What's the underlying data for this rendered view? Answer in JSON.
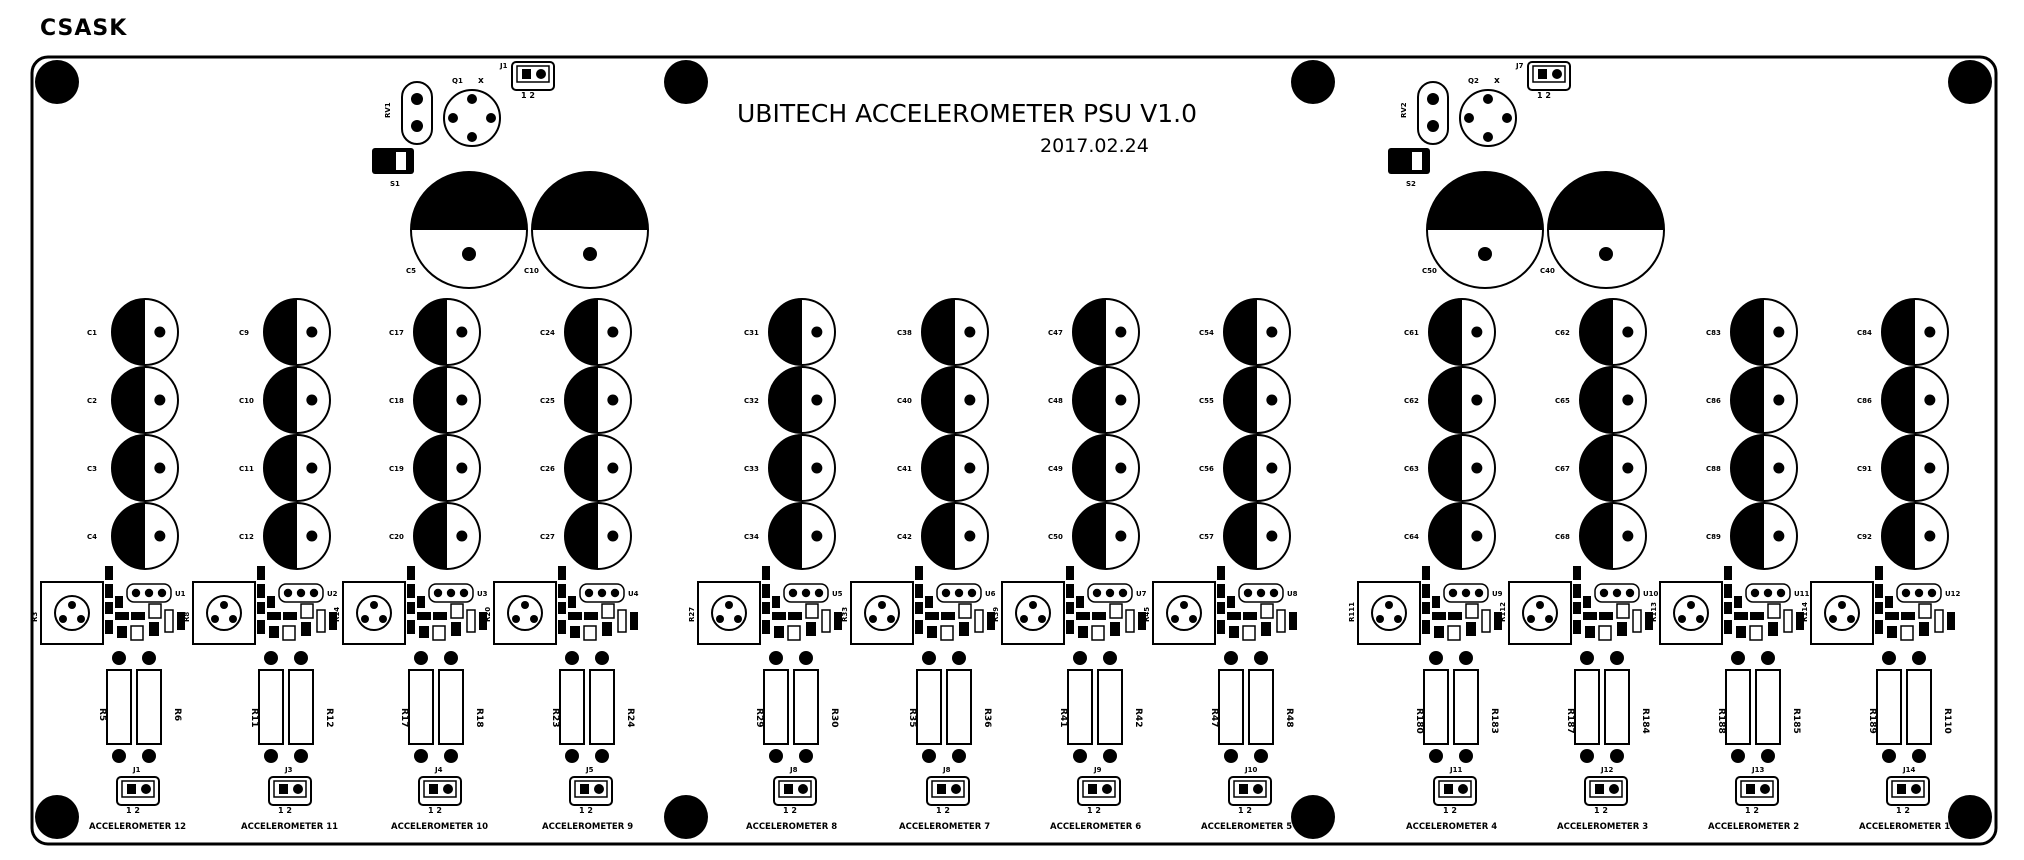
{
  "corner_label": "CSASK",
  "board": {
    "title": "UBITECH ACCELEROMETER PSU V1.0",
    "date": "2017.02.24"
  },
  "top_blocks": [
    {
      "rv": "RV1",
      "q": "Q1",
      "sw": "S1",
      "connector": "J1",
      "cap_left": "C5",
      "cap_right": "C10"
    },
    {
      "rv": "RV2",
      "q": "Q2",
      "sw": "S2",
      "connector": "J7",
      "cap_left": "C50",
      "cap_right": "C40"
    }
  ],
  "connector_pin_label": "1 2",
  "channels": [
    {
      "caps": [
        "C1",
        "C2",
        "C3",
        "C4"
      ],
      "u": "U1",
      "rv": "R3",
      "r1": "R5",
      "r2": "R6",
      "j": "J1",
      "label": "ACCELEROMETER 12"
    },
    {
      "caps": [
        "C9",
        "C10",
        "C11",
        "C12"
      ],
      "u": "U2",
      "rv": "R8",
      "r1": "R11",
      "r2": "R12",
      "j": "J3",
      "label": "ACCELEROMETER 11"
    },
    {
      "caps": [
        "C17",
        "C18",
        "C19",
        "C20"
      ],
      "u": "U3",
      "rv": "R14",
      "r1": "R17",
      "r2": "R18",
      "j": "J4",
      "label": "ACCELEROMETER 10"
    },
    {
      "caps": [
        "C24",
        "C25",
        "C26",
        "C27"
      ],
      "u": "U4",
      "rv": "R20",
      "r1": "R23",
      "r2": "R24",
      "j": "J5",
      "label": "ACCELEROMETER 9"
    },
    {
      "caps": [
        "C31",
        "C32",
        "C33",
        "C34"
      ],
      "u": "U5",
      "rv": "R27",
      "r1": "R29",
      "r2": "R30",
      "j": "J8",
      "label": "ACCELEROMETER 8"
    },
    {
      "caps": [
        "C38",
        "C40",
        "C41",
        "C42"
      ],
      "u": "U6",
      "rv": "R33",
      "r1": "R35",
      "r2": "R36",
      "j": "J8",
      "label": "ACCELEROMETER 7"
    },
    {
      "caps": [
        "C47",
        "C48",
        "C49",
        "C50"
      ],
      "u": "U7",
      "rv": "R39",
      "r1": "R41",
      "r2": "R42",
      "j": "J9",
      "label": "ACCELEROMETER 6"
    },
    {
      "caps": [
        "C54",
        "C55",
        "C56",
        "C57"
      ],
      "u": "U8",
      "rv": "R45",
      "r1": "R47",
      "r2": "R48",
      "j": "J10",
      "label": "ACCELEROMETER 5"
    },
    {
      "caps": [
        "C61",
        "C62",
        "C63",
        "C64"
      ],
      "u": "U9",
      "rv": "R111",
      "r1": "R180",
      "r2": "R183",
      "j": "J11",
      "label": "ACCELEROMETER 4"
    },
    {
      "caps": [
        "C62",
        "C65",
        "C67",
        "C68"
      ],
      "u": "U10",
      "rv": "R112",
      "r1": "R187",
      "r2": "R184",
      "j": "J12",
      "label": "ACCELEROMETER 3"
    },
    {
      "caps": [
        "C83",
        "C86",
        "C88",
        "C89"
      ],
      "u": "U11",
      "rv": "R113",
      "r1": "R188",
      "r2": "R185",
      "j": "J13",
      "label": "ACCELEROMETER 2"
    },
    {
      "caps": [
        "C84",
        "C86",
        "C91",
        "C92"
      ],
      "u": "U12",
      "rv": "R114",
      "r1": "R189",
      "r2": "R110",
      "j": "J14",
      "label": "ACCELEROMETER 1"
    }
  ]
}
